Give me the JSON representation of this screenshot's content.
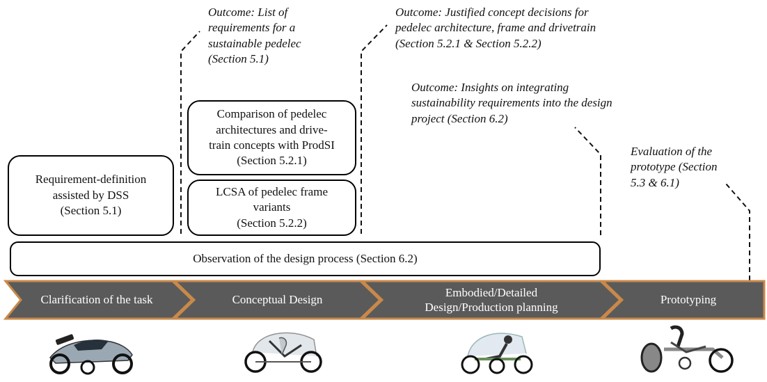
{
  "boxes": {
    "requirement_definition": "Requirement-definition\nassisted by DSS\n(Section 5.1)",
    "comparison": "Comparison of pedelec\narchitectures and drive-\ntrain concepts with ProdSI\n(Section 5.2.1)",
    "lcsa": "LCSA of pedelec frame\nvariants\n(Section 5.2.2)",
    "observation": "Observation of the design process (Section 6.2)"
  },
  "outcomes": {
    "requirements": "Outcome: List of\nrequirements for a\nsustainable pedelec\n(Section 5.1)",
    "concept_decisions": "Outcome: Justified concept decisions for\npedelec architecture, frame and drivetrain\n(Section 5.2.1 & Section 5.2.2)",
    "insights": "Outcome: Insights on integrating\nsustainability requirements into the design\nproject (Section 6.2)",
    "evaluation": "Evaluation of the\nprototype  (Section\n5.3 & 6.1)"
  },
  "phases": [
    {
      "label": "Clarification of the task"
    },
    {
      "label": "Conceptual Design"
    },
    {
      "label": "Embodied/Detailed\nDesign/Production planning"
    },
    {
      "label": "Prototyping"
    }
  ],
  "colors": {
    "phase_fill": "#5a5a5a",
    "phase_border": "#c8894a",
    "box_border": "#000000"
  },
  "icons": [
    "velomobile-image",
    "recumbent-trike-canopy-image",
    "trike-canopy-rider-image",
    "prototype-trike-image"
  ]
}
